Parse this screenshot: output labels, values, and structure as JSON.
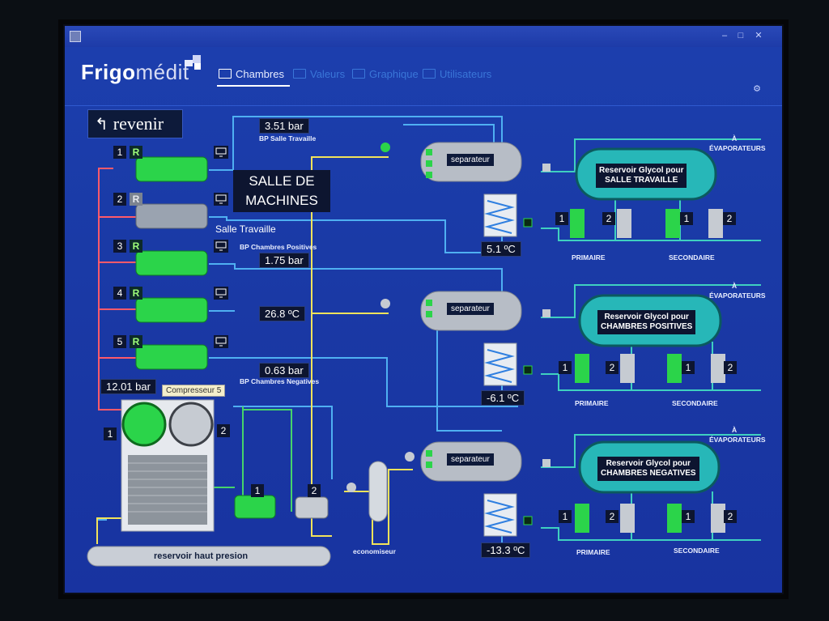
{
  "app": {
    "brand_bold": "Frigo",
    "brand_light": "médit"
  },
  "nav": {
    "tabs": [
      {
        "label": "Chambres",
        "active": true
      },
      {
        "label": "Valeurs",
        "active": false
      },
      {
        "label": "Graphique",
        "active": false
      },
      {
        "label": "Utilisateurs",
        "active": false
      }
    ]
  },
  "back_button": {
    "label": "revenir"
  },
  "room": {
    "title_line1": "SALLE DE",
    "title_line2": "MACHINES",
    "label": "Salle Travaille"
  },
  "compressors": [
    {
      "id": "1",
      "r": "R",
      "running": true
    },
    {
      "id": "2",
      "r": "R",
      "running": false
    },
    {
      "id": "3",
      "r": "R",
      "running": true
    },
    {
      "id": "4",
      "r": "R",
      "running": true
    },
    {
      "id": "5",
      "r": "R",
      "running": true
    }
  ],
  "tooltip": "Compresseur 5",
  "readouts": {
    "bp_salle_value": "3.51 bar",
    "bp_salle_label": "BP Salle Travaille",
    "bp_positives_label": "BP Chambres Positives",
    "bp_positives_value": "1.75 bar",
    "temp_mid": "26.8 ºC",
    "bp_negatives_value": "0.63 bar",
    "bp_negatives_label": "BP Chambres Negatives",
    "hp_value": "12.01 bar"
  },
  "condenser": {
    "fan1": "1",
    "fan2": "2"
  },
  "pumps": {
    "p1": "1",
    "p2": "2"
  },
  "hp_tank": {
    "label": "reservoir haut presion"
  },
  "economizer": {
    "label": "economiseur"
  },
  "separators": [
    {
      "label": "separateur",
      "temp": "5.1 ºC"
    },
    {
      "label": "separateur",
      "temp": "-6.1 ºC"
    },
    {
      "label": "separateur",
      "temp": "-13.3 ºC"
    }
  ],
  "glycol": [
    {
      "line1": "Reservoir Glycol pour",
      "line2": "SALLE TRAVAILLE",
      "evap_a": "À",
      "evap": "ÉVAPORATEURS",
      "primaire": "PRIMAIRE",
      "secondaire": "SECONDAIRE"
    },
    {
      "line1": "Reservoir Glycol pour",
      "line2": "CHAMBRES POSITIVES",
      "evap_a": "À",
      "evap": "ÉVAPORATEURS",
      "primaire": "PRIMAIRE",
      "secondaire": "SECONDAIRE"
    },
    {
      "line1": "Reservoir Glycol pour",
      "line2": "CHAMBRES NEGATIVES",
      "evap_a": "À",
      "evap": "ÉVAPORATEURS",
      "primaire": "PRIMAIRE",
      "secondaire": "SECONDAIRE"
    }
  ],
  "pump_nums": {
    "one": "1",
    "two": "2"
  },
  "colors": {
    "pipe_blue": "#4fb0f2",
    "pipe_yellow": "#f2e35a",
    "pipe_red": "#ff5a6a",
    "pipe_green": "#46d46a",
    "pipe_teal": "#3fd0c0",
    "equipment_green": "#2bd44a",
    "tank_teal": "#27b7b8"
  }
}
